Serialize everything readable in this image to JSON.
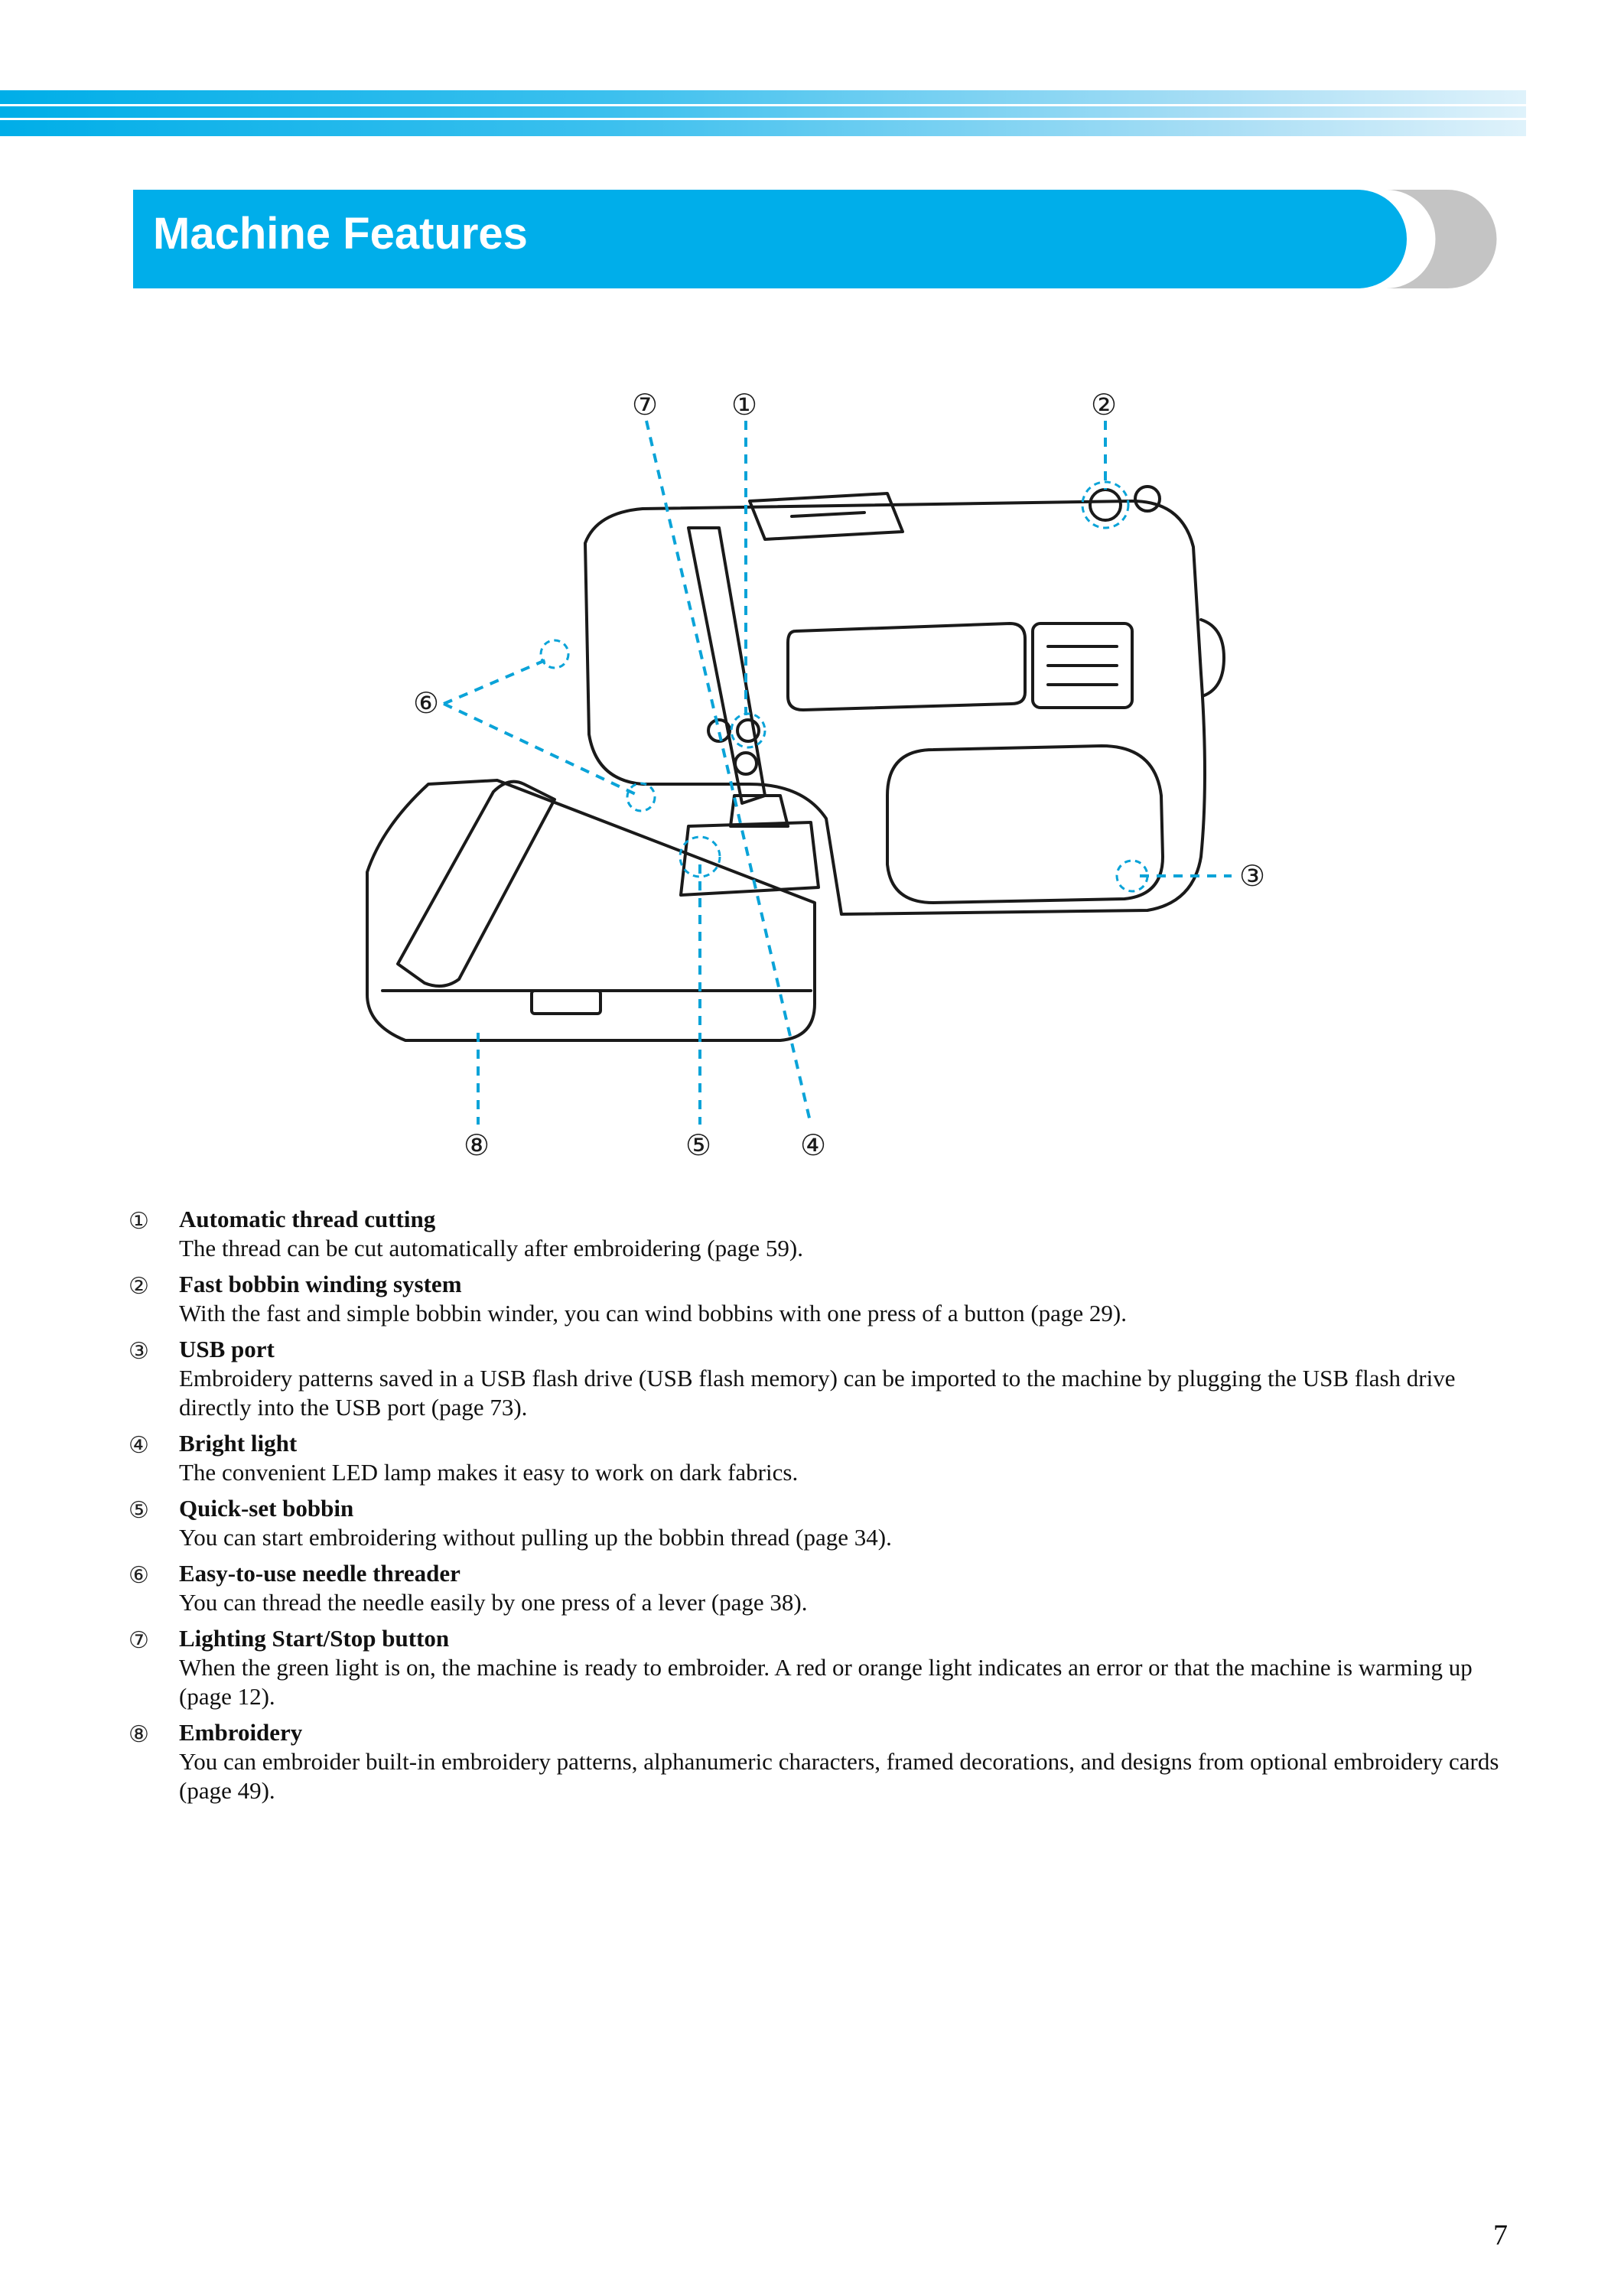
{
  "header": {
    "title": "Machine Features"
  },
  "diagram": {
    "callouts": [
      "⑦",
      "①",
      "②",
      "⑥",
      "③",
      "⑧",
      "⑤",
      "④"
    ]
  },
  "features": [
    {
      "num": "①",
      "title": "Automatic thread cutting",
      "desc": "The thread can be cut automatically after embroidering (page 59)."
    },
    {
      "num": "②",
      "title": "Fast bobbin winding system",
      "desc": "With the fast and simple bobbin winder, you can wind bobbins with one press of a button (page 29)."
    },
    {
      "num": "③",
      "title": "USB port",
      "desc": "Embroidery patterns saved in a USB flash drive (USB flash memory) can be imported to the machine by plugging the USB flash drive directly into the USB port (page 73)."
    },
    {
      "num": "④",
      "title": "Bright light",
      "desc": "The convenient LED lamp makes it easy to work on dark fabrics."
    },
    {
      "num": "⑤",
      "title": "Quick-set bobbin",
      "desc": "You can start embroidering without pulling up the bobbin thread (page 34)."
    },
    {
      "num": "⑥",
      "title": "Easy-to-use needle threader",
      "desc": "You can thread the needle easily by one press of a lever (page 38)."
    },
    {
      "num": "⑦",
      "title": "Lighting Start/Stop button",
      "desc": "When the green light is on, the machine is ready to embroider. A red or orange light indicates an error or that the machine is warming up (page 12)."
    },
    {
      "num": "⑧",
      "title": "Embroidery",
      "desc": "You can embroider built-in embroidery patterns, alphanumeric characters, framed decorations, and designs from optional embroidery cards (page 49)."
    }
  ],
  "footer": {
    "page_number": "7"
  }
}
